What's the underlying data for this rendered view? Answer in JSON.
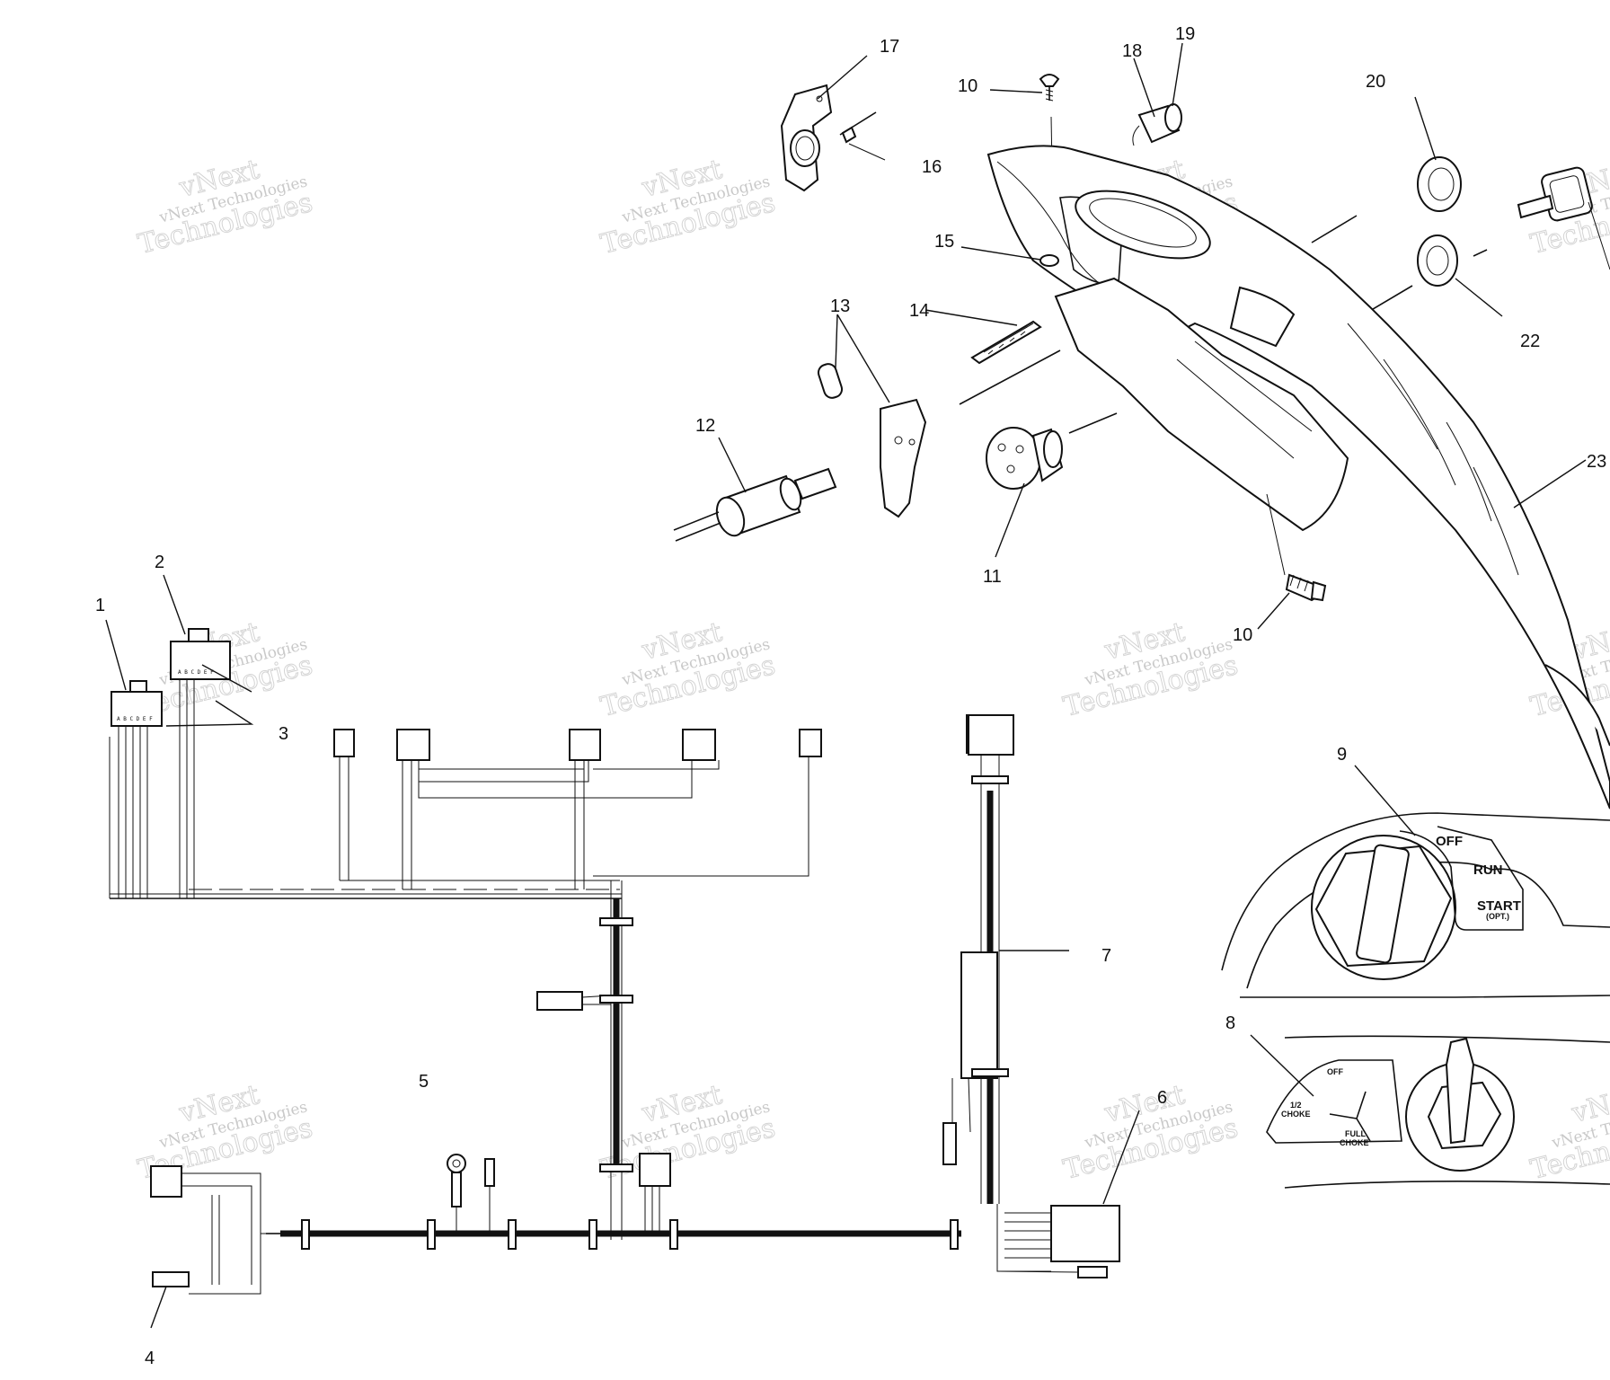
{
  "callouts": {
    "c1": "1",
    "c2": "2",
    "c3": "3",
    "c4": "4",
    "c5": "5",
    "c6": "6",
    "c7": "7",
    "c8": "8",
    "c9": "9",
    "c10a": "10",
    "c10b": "10",
    "c11": "11",
    "c12": "12",
    "c13": "13",
    "c14": "14",
    "c15": "15",
    "c16": "16",
    "c17": "17",
    "c18": "18",
    "c19": "19",
    "c20": "20",
    "c22": "22",
    "c23": "23"
  },
  "switch_labels": {
    "off": "OFF",
    "run": "RUN",
    "start": "START",
    "opt": "(OPT.)"
  },
  "choke_labels": {
    "off": "OFF",
    "half_choke_1": "1/2",
    "half_choke_2": "CHOKE",
    "full_choke_1": "FULL",
    "full_choke_2": "CHOKE"
  },
  "connector_pins": "A B C D E F",
  "watermark": {
    "line1": "vNext Technologies",
    "line2": "vNext",
    "line3": "Technologies"
  }
}
